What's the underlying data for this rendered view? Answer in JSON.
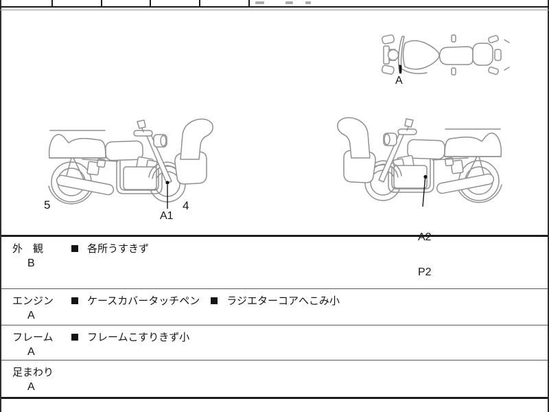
{
  "annotations": {
    "top_view_label": "A",
    "rear_wheel_number": "5",
    "front_wheel_number": "4",
    "front_axle_label": "A1",
    "engine_label_line1": "A2",
    "engine_label_line2": "P2"
  },
  "inspection": {
    "rows": [
      {
        "category": "外　観",
        "grade": "B",
        "items": [
          "各所うすきず"
        ]
      },
      {
        "category": "エンジン",
        "grade": "A",
        "items": [
          "ケースカバータッチペン",
          "ラジエターコアへこみ小"
        ]
      },
      {
        "category": "フレーム",
        "grade": "A",
        "items": [
          "フレームこすりきず小"
        ]
      },
      {
        "category": "足まわり",
        "grade": "A",
        "items": []
      }
    ]
  },
  "colors": {
    "sketch": "#8f8f8f",
    "ink": "#1b1b1b"
  }
}
